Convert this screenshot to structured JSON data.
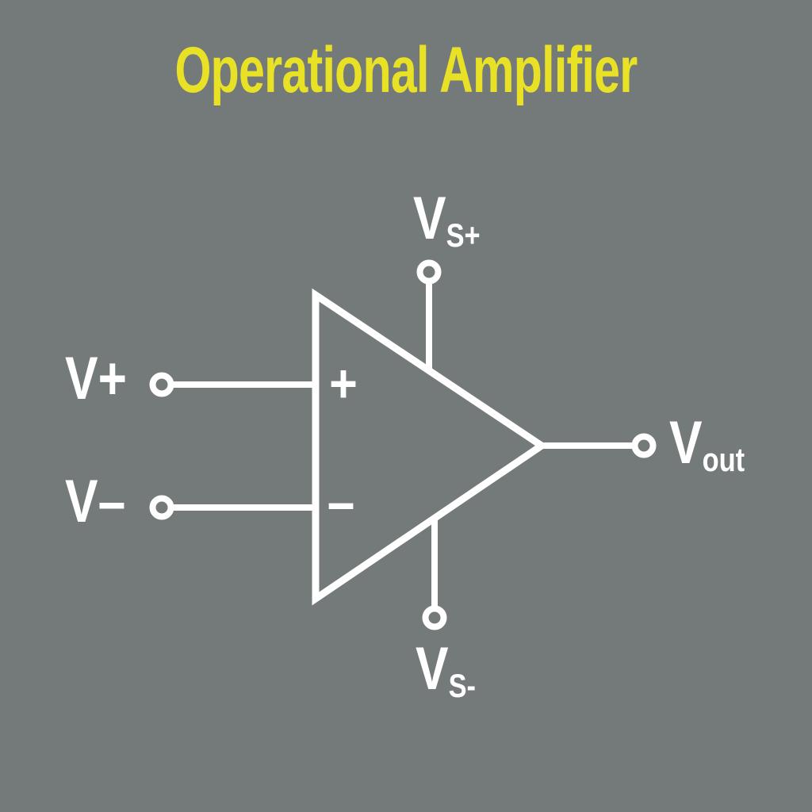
{
  "title": "Operational Amplifier",
  "colors": {
    "background": "#747A7A",
    "title_text": "#E8E126",
    "line": "#FFFFFF"
  },
  "opamp": {
    "plus_marker": "+",
    "minus_marker": "−",
    "labels": {
      "v_plus": "V+",
      "v_minus": "V–",
      "vs_plus": {
        "base": "V",
        "sub": "S+"
      },
      "vs_minus": {
        "base": "V",
        "sub": "S-"
      },
      "v_out": {
        "base": "V",
        "sub": "out"
      }
    }
  }
}
